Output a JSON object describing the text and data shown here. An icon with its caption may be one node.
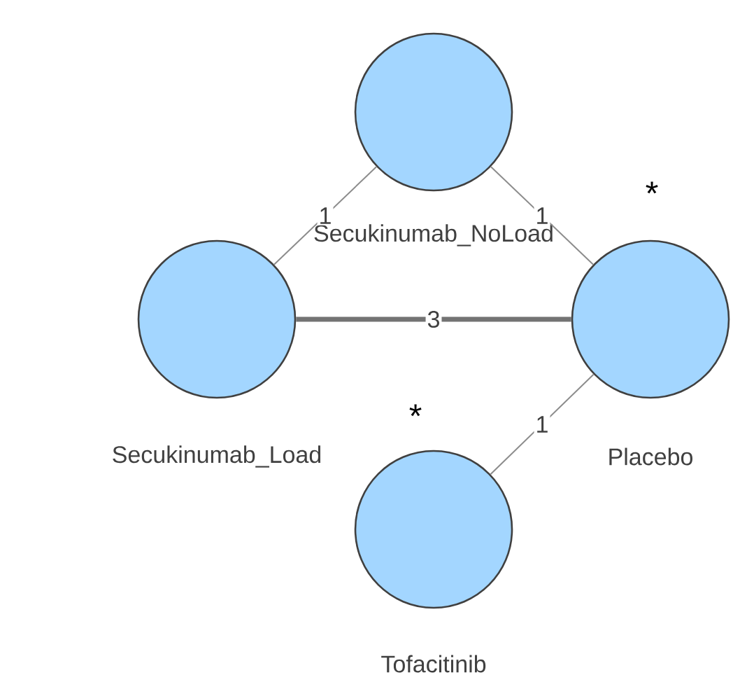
{
  "diagram": {
    "nodes": [
      {
        "text": [
          "Secukinumab_NoLoad"
        ]
      },
      {
        "text": [
          "Secukinumab_Load"
        ]
      },
      {
        "text": [
          "Placebo"
        ]
      },
      {
        "text": [
          "Tofacitinib"
        ]
      }
    ],
    "edges": [
      {
        "from": 0,
        "to": 1,
        "arrow": "none",
        "label": "1"
      },
      {
        "from": 0,
        "to": 2,
        "arrow": "none",
        "label": "1"
      },
      {
        "from": 1,
        "to": 2,
        "arrow": "none",
        "label": "3",
        "style": "thick"
      },
      {
        "from": 2,
        "to": 3,
        "arrow": "none",
        "label": "1"
      }
    ],
    "labels": [
      "*",
      "*"
    ]
  }
}
